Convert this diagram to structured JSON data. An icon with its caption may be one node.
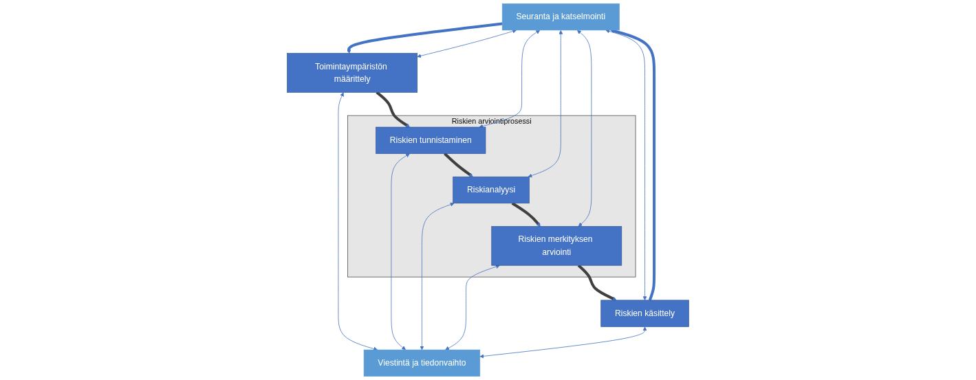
{
  "diagram": {
    "nodes": [
      {
        "text": [
          "Seuranta ja katselmointi"
        ]
      },
      {
        "text": [
          "Toimintaympäristön määrittely"
        ]
      },
      {
        "text": [
          "Riskien arviointiprosessi"
        ]
      },
      {
        "text": [
          "Riskien tunnistaminen"
        ],
        "in": 2
      },
      {
        "text": [
          "Riskianalyysi"
        ],
        "in": 2
      },
      {
        "text": [
          "Riskien merkityksen arviointi"
        ],
        "in": 2
      },
      {
        "text": [
          "Riskien käsittely"
        ]
      },
      {
        "text": [
          "Viestintä ja tiedonvaihto"
        ]
      }
    ],
    "edges": [
      {
        "from": 0,
        "to": 1,
        "arrow": "to",
        "style": "thick"
      },
      {
        "from": 1,
        "to": 3,
        "arrow": "to",
        "style": "thick",
        "color": "#404040"
      },
      {
        "from": 3,
        "to": 4,
        "arrow": "to",
        "style": "thick",
        "color": "#404040"
      },
      {
        "from": 4,
        "to": 5,
        "arrow": "to",
        "style": "thick",
        "color": "#404040"
      },
      {
        "from": 5,
        "to": 6,
        "arrow": "to",
        "style": "thick",
        "color": "#404040"
      },
      {
        "from": 6,
        "to": 0,
        "arrow": "to",
        "style": "thick"
      },
      {
        "from": 0,
        "to": 1,
        "arrow": "both"
      },
      {
        "from": 0,
        "to": 3,
        "arrow": "both"
      },
      {
        "from": 0,
        "to": 4,
        "arrow": "both"
      },
      {
        "from": 0,
        "to": 5,
        "arrow": "both"
      },
      {
        "from": 0,
        "to": 6,
        "arrow": "both"
      },
      {
        "from": 1,
        "to": 7,
        "arrow": "both"
      },
      {
        "from": 3,
        "to": 7,
        "arrow": "both"
      },
      {
        "from": 4,
        "to": 7,
        "arrow": "both"
      },
      {
        "from": 5,
        "to": 7,
        "arrow": "both"
      },
      {
        "from": 6,
        "to": 7,
        "arrow": "both"
      }
    ]
  }
}
